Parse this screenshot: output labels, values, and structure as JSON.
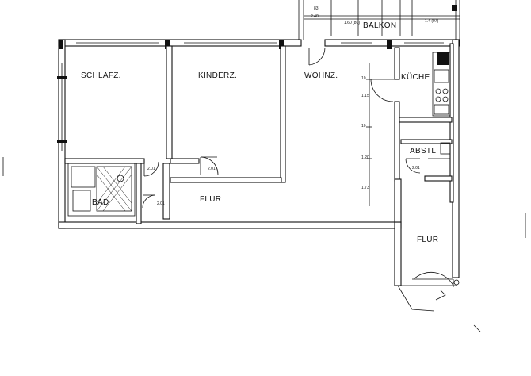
{
  "plan": {
    "rooms": [
      {
        "key": "balkon",
        "label": "BALKON"
      },
      {
        "key": "schlafz",
        "label": "SCHLAFZ."
      },
      {
        "key": "kinderz",
        "label": "KINDERZ."
      },
      {
        "key": "wohnz",
        "label": "WOHNZ."
      },
      {
        "key": "kueche",
        "label": "KÜCHE"
      },
      {
        "key": "abstl",
        "label": "ABSTL."
      },
      {
        "key": "bad",
        "label": "BAD"
      },
      {
        "key": "flur1",
        "label": "FLUR"
      },
      {
        "key": "flur2",
        "label": "FLUR"
      }
    ],
    "dimensions": {
      "balkon_left": "2.40",
      "balkon_mid": "1.60 (80)",
      "balkon_right": "1.4 (97)",
      "balkon_top": "83",
      "door_schlafz": "2.01",
      "door_kinderz": "2.01",
      "door_abstl": "2.01",
      "wohnz_side_1": "10",
      "wohnz_side_2": "1.15",
      "wohnz_side_3": "10",
      "wohnz_side_4": "1.20",
      "flur_side": "1.73",
      "bad_side": "2.01"
    },
    "colors": {
      "ink": "#111111",
      "paper": "#ffffff"
    }
  }
}
